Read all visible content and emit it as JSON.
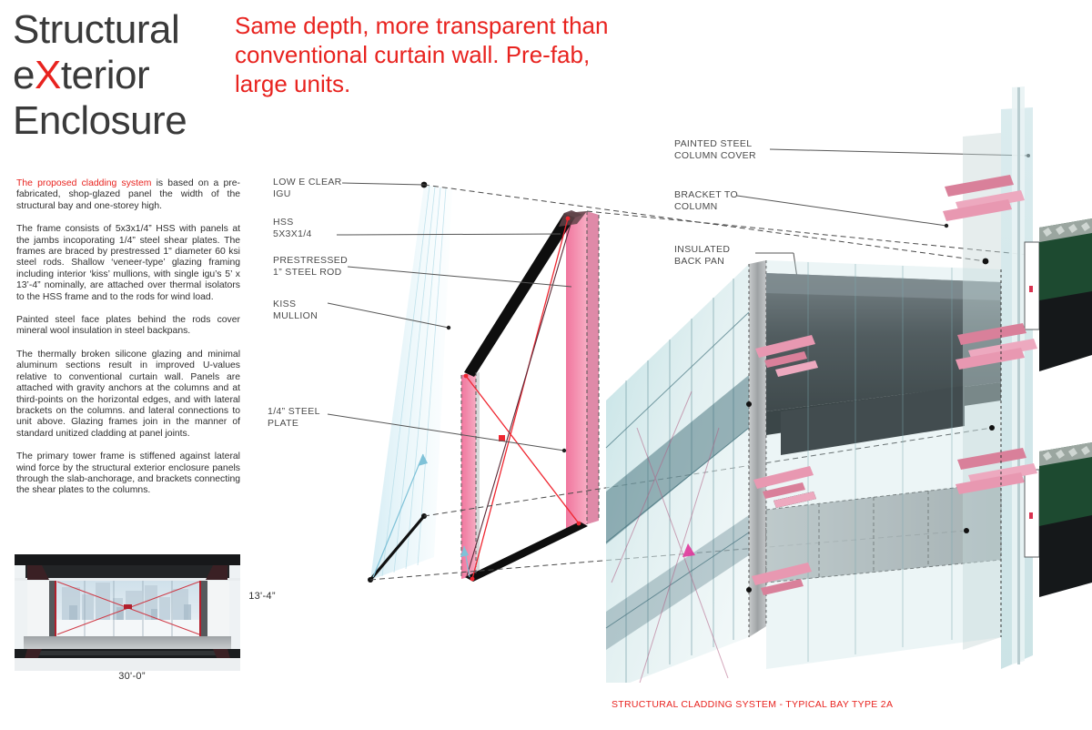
{
  "title": {
    "line1": "Structural",
    "line2_pre": "e",
    "line2_hl": "X",
    "line2_post": "terior",
    "line3": "Enclosure"
  },
  "subtitle": {
    "text": "Same depth, more transparent than conventional curtain wall. Pre-fab, large units."
  },
  "body": {
    "p1_hl": "The proposed cladding system",
    "p1_rest": " is based on a pre-fabricated, shop-glazed panel the width of the structural bay and one-storey high.",
    "p2": "The frame consists of 5x3x1/4” HSS with panels at the jambs incoporating 1/4” steel shear plates. The frames are braced by prestressed 1\" diameter 60 ksi steel rods. Shallow ‘veneer-type’ glazing framing including interior ‘kiss’ mullions, with single igu’s 5’ x 13’-4” nominally, are attached over thermal isolators to the HSS frame and to the rods for wind load.",
    "p3": "Painted steel face plates behind the rods cover mineral wool insulation in steel backpans.",
    "p4": "The thermally broken silicone glazing and minimal aluminum sections result in improved U-values relative to conventional curtain wall. Panels are attached with gravity anchors at the columns and at third-points on the horizontal edges, and with lateral brackets on the columns. and lateral connections to unit above. Glazing frames join in the manner of standard unitized cladding at panel joints.",
    "p5": "The primary tower frame is stiffened against lateral wind force by the structural exterior enclosure panels through the slab-anchorage, and brackets connecting the shear plates to the columns."
  },
  "callouts": {
    "low_e_clear_igu": "LOW E CLEAR\nIGU",
    "hss": "HSS\n5X3X1/4",
    "prestressed_rod": "PRESTRESSED\n1” STEEL ROD",
    "kiss_mullion": "KISS\nMULLION",
    "steel_plate": "1/4” STEEL\nPLATE",
    "painted_steel_column_cover": "PAINTED STEEL\nCOLUMN COVER",
    "bracket_to_column": "BRACKET TO\nCOLUMN",
    "insulated_back_pan": "INSULATED\nBACK PAN"
  },
  "dimensions": {
    "height": "13'-4”",
    "width": "30'-0”"
  },
  "caption": {
    "text": "STRUCTURAL CLADDING SYSTEM  - TYPICAL BAY TYPE 2A"
  },
  "colors": {
    "accent_red": "#e8231f",
    "title_gray": "#3a3a3a",
    "glass_cyan": "#d7eef5",
    "frame_pink": "#ef7fa4",
    "bracket_pink": "#dd8fa8",
    "steel_black": "#111111",
    "deck_green": "#1d4a30"
  }
}
